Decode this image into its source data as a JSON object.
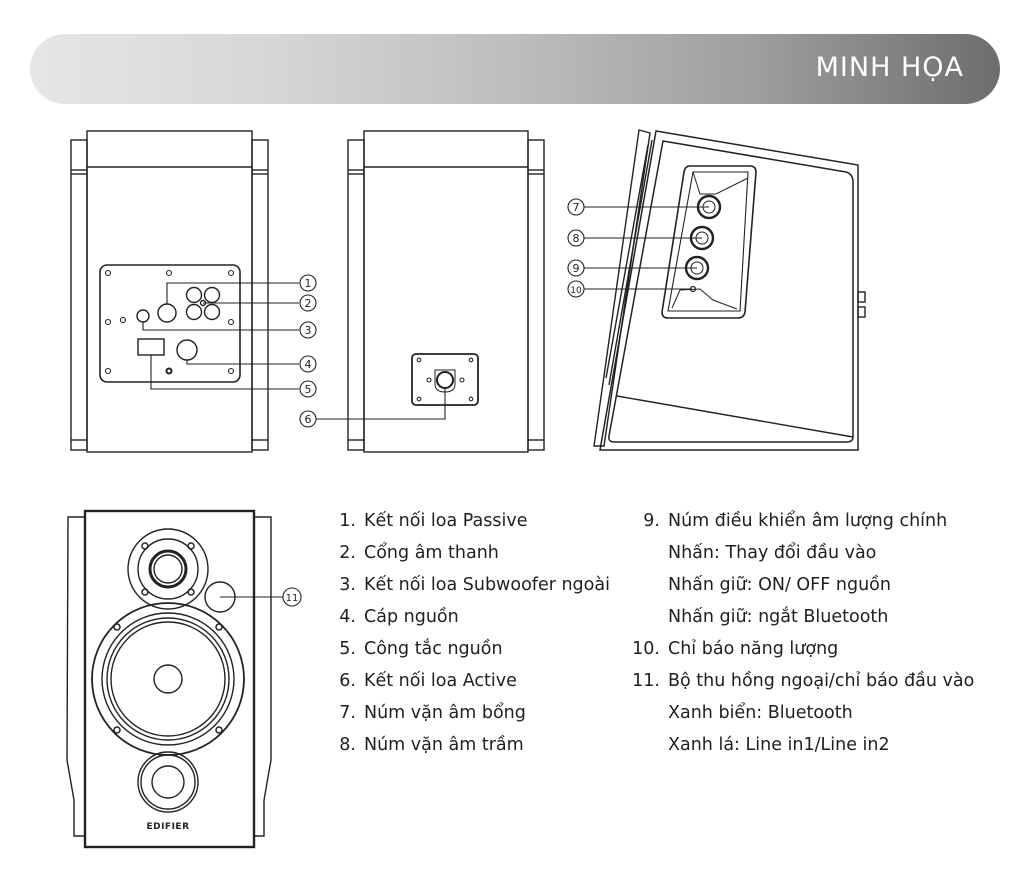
{
  "header": {
    "title": "MINH HỌA"
  },
  "diagrams": {
    "back_view": {
      "callouts": [
        "1",
        "2",
        "3",
        "4",
        "5"
      ]
    },
    "back_view_2": {
      "callouts": [
        "6"
      ]
    },
    "side_view": {
      "callouts": [
        "7",
        "8",
        "9",
        "10"
      ]
    },
    "front_view": {
      "callouts": [
        "11"
      ],
      "brand_logo": "EDIFIER"
    }
  },
  "legend": {
    "column1": [
      {
        "num": "1.",
        "text": "Kết nối loa Passive"
      },
      {
        "num": "2.",
        "text": "Cổng âm thanh"
      },
      {
        "num": "3.",
        "text": "Kết nối loa Subwoofer ngoài"
      },
      {
        "num": "4.",
        "text": "Cáp nguồn"
      },
      {
        "num": "5.",
        "text": "Công tắc nguồn"
      },
      {
        "num": "6.",
        "text": "Kết nối loa Active"
      },
      {
        "num": "7.",
        "text": "Núm vặn âm bổng"
      },
      {
        "num": "8.",
        "text": "Núm vặn âm trầm"
      }
    ],
    "column2": [
      {
        "num": "9.",
        "text": "Núm điều khiển âm lượng chính"
      },
      {
        "num": "",
        "text": "Nhấn: Thay đổi đầu vào"
      },
      {
        "num": "",
        "text": "Nhấn giữ: ON/ OFF nguồn"
      },
      {
        "num": "",
        "text": "Nhấn giữ: ngắt Bluetooth"
      },
      {
        "num": "10.",
        "text": "Chỉ báo năng lượng"
      },
      {
        "num": "11.",
        "text": "Bộ thu hồng ngoại/chỉ báo đầu vào"
      },
      {
        "num": "",
        "text": "Xanh biển: Bluetooth"
      },
      {
        "num": "",
        "text": "Xanh lá: Line in1/Line in2"
      }
    ]
  },
  "colors": {
    "line": "#222222",
    "banner_start": "#e6e6e6",
    "banner_end": "#6d6d6d",
    "title": "#ffffff"
  }
}
